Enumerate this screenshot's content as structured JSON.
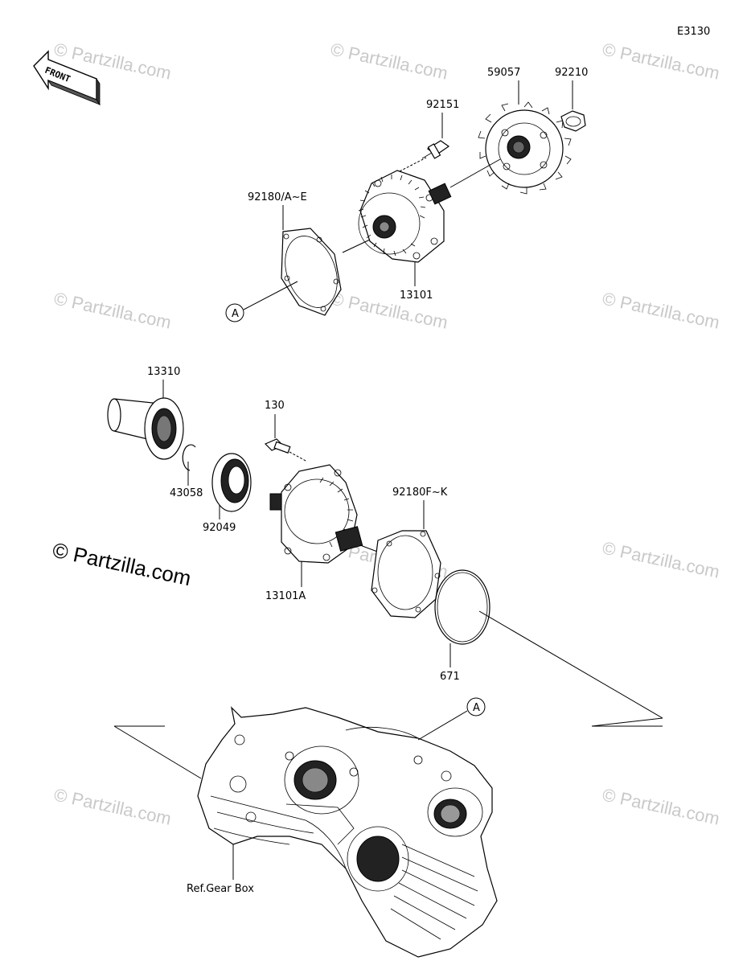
{
  "diagram_code": "E3130",
  "front_arrow": {
    "label": "FRONT",
    "icon": "front-direction-arrow-icon"
  },
  "watermark": {
    "text": "© Partzilla.com",
    "big_text": "© Partzilla.com"
  },
  "labels": {
    "p59057": "59057",
    "p92210": "92210",
    "p92151": "92151",
    "p92180ae": "92180/A~E",
    "p13101": "13101",
    "ref_a_top": "A",
    "p13310": "13310",
    "p130": "130",
    "p43058": "43058",
    "p92049": "92049",
    "p92180fk": "92180F~K",
    "p13101a": "13101A",
    "p671": "671",
    "ref_a_bottom": "A",
    "ref_gear_box": "Ref.Gear Box"
  }
}
